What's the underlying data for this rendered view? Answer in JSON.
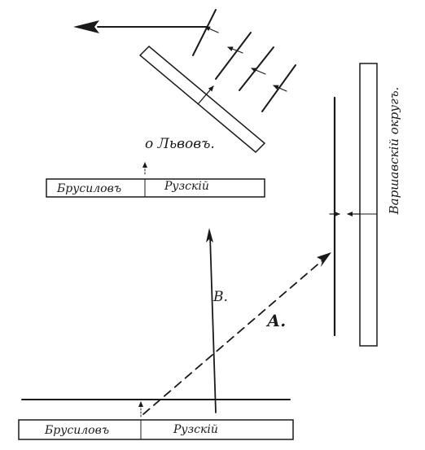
{
  "labels": {
    "lvov": "о Львовъ.",
    "brusilov_top": "Брусиловъ",
    "ruzsky_top": "Рузскій",
    "brusilov_bottom": "Брусиловъ",
    "ruzsky_bottom": "Рузскій",
    "warsaw_district": "Варшавскій округъ.",
    "arrow_b": "В.",
    "arrow_a": "А."
  }
}
